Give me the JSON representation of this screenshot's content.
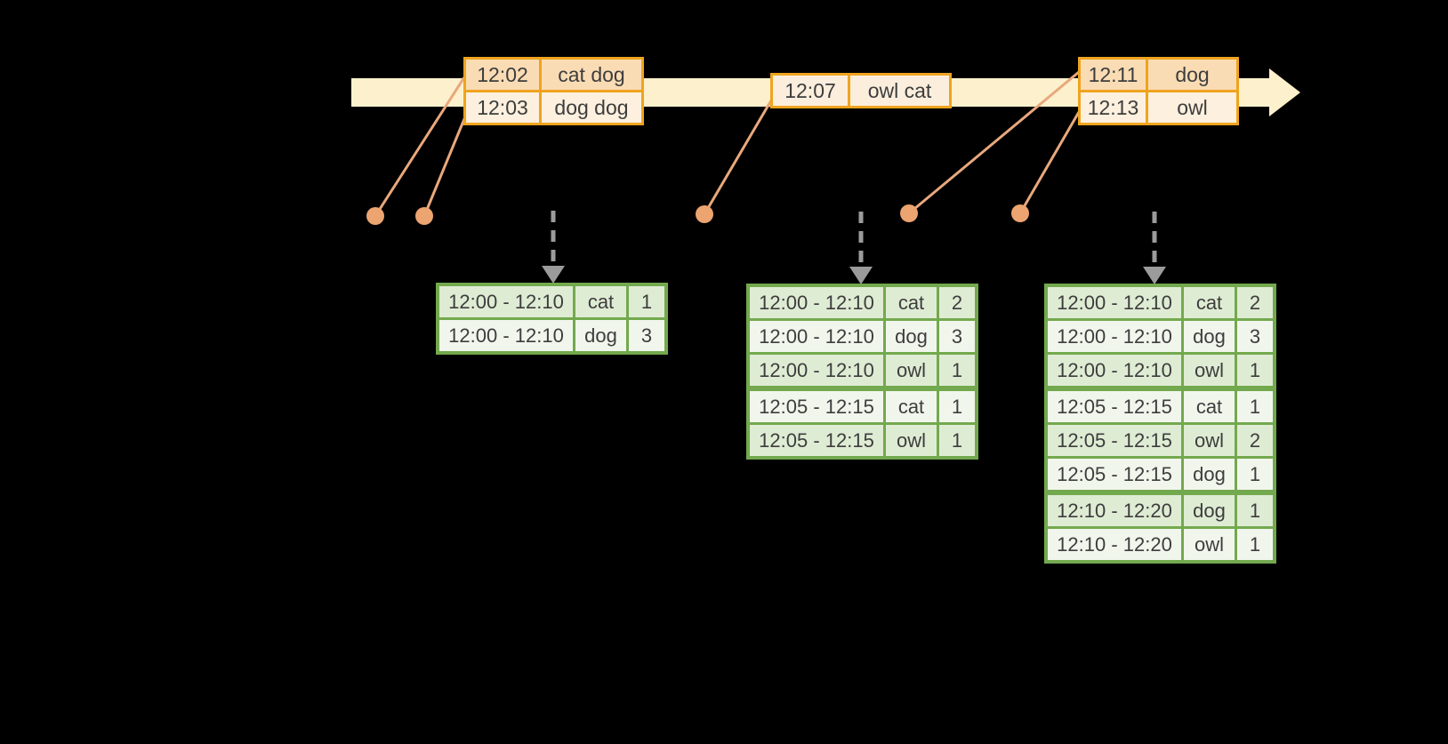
{
  "colors": {
    "background": "#000000",
    "timeline_band": "#fcf1cc",
    "event_box_border": "#efa41f",
    "event_row_dark": "#fadcb4",
    "event_row_light": "#fdf0de",
    "connector_salmon": "#eca470",
    "result_table_border": "#73a94e",
    "result_row_tint": "#dfecd4",
    "result_row_light": "#f1f6ed",
    "trigger_arrow_gray": "#9b9b9b",
    "text": "#3d3d3d"
  },
  "timeline": {
    "boxes": [
      {
        "rows": [
          {
            "time": "12:02",
            "words": "cat dog"
          },
          {
            "time": "12:03",
            "words": "dog dog"
          }
        ]
      },
      {
        "rows": [
          {
            "time": "12:07",
            "words": "owl cat"
          }
        ]
      },
      {
        "rows": [
          {
            "time": "12:11",
            "words": "dog"
          },
          {
            "time": "12:13",
            "words": "owl"
          }
        ]
      }
    ]
  },
  "result_tables": [
    {
      "rows": [
        {
          "window": "12:00 - 12:10",
          "word": "cat",
          "count": "1"
        },
        {
          "window": "12:00 - 12:10",
          "word": "dog",
          "count": "3"
        }
      ]
    },
    {
      "rows": [
        {
          "window": "12:00 - 12:10",
          "word": "cat",
          "count": "2"
        },
        {
          "window": "12:00 - 12:10",
          "word": "dog",
          "count": "3"
        },
        {
          "window": "12:00 - 12:10",
          "word": "owl",
          "count": "1"
        },
        {
          "window": "12:05 - 12:15",
          "word": "cat",
          "count": "1"
        },
        {
          "window": "12:05 - 12:15",
          "word": "owl",
          "count": "1"
        }
      ]
    },
    {
      "rows": [
        {
          "window": "12:00 - 12:10",
          "word": "cat",
          "count": "2"
        },
        {
          "window": "12:00 - 12:10",
          "word": "dog",
          "count": "3"
        },
        {
          "window": "12:00 - 12:10",
          "word": "owl",
          "count": "1"
        },
        {
          "window": "12:05 - 12:15",
          "word": "cat",
          "count": "1"
        },
        {
          "window": "12:05 - 12:15",
          "word": "owl",
          "count": "2"
        },
        {
          "window": "12:05 - 12:15",
          "word": "dog",
          "count": "1"
        },
        {
          "window": "12:10 - 12:20",
          "word": "dog",
          "count": "1"
        },
        {
          "window": "12:10 - 12:20",
          "word": "owl",
          "count": "1"
        }
      ]
    }
  ]
}
